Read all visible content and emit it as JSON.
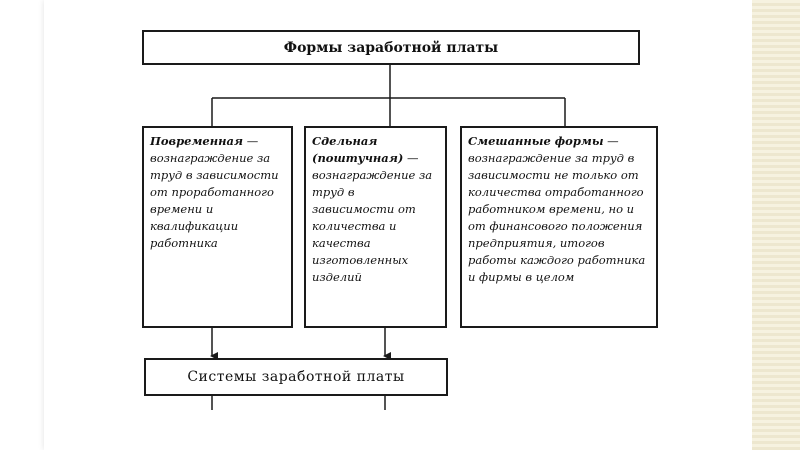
{
  "diagram": {
    "title": "Формы заработной платы",
    "forms": [
      {
        "name": "Повременная",
        "dash": " —",
        "description": "вознаграждение за труд в зависимости от проработанного времени и квалификации работника"
      },
      {
        "name": "Сдельная (поштучная)",
        "dash": " —",
        "description": "вознаграждение за труд в зависимости от количества и качества изготовленных изделий"
      },
      {
        "name": "Смешанные формы",
        "dash": " —",
        "description": "вознаграждение за труд в зависимости не только от количества отработанного работником времени, но и от финансового положения предприятия, итогов работы каждого работника и фирмы в целом"
      }
    ],
    "result": "Системы заработной платы"
  },
  "colors": {
    "line": "#1a1a1a",
    "background": "#ffffff",
    "decor_strip": "#ede7cf"
  }
}
